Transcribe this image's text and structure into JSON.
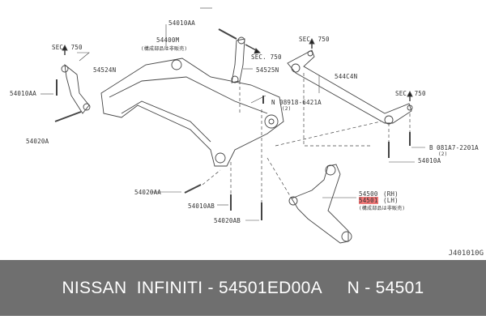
{
  "labels": {
    "l54010AA_top": "54010AA",
    "l54400M": "54400M",
    "l54400M_note": "(構成部品は非販売)",
    "sec750_a": "SEC. 750",
    "sec750_b": "SEC. 750",
    "sec750_c": "SEC. 750",
    "sec750_d": "SEC. 750",
    "l54524N": "54524N",
    "l54525N": "54525N",
    "l54010AA_left": "54010AA",
    "l54020A": "54020A",
    "l544C4N": "544C4N",
    "l08918": "08918-6421A",
    "l08918_qty": "(2)",
    "l081A7": "081A7-2201A",
    "l081A7_qty": "(2)",
    "l54010A": "54010A",
    "l54020AA": "54020AA",
    "l54010AB": "54010AB",
    "l54020AB": "54020AB",
    "l54500": "54500",
    "l54500_side": "(RH)",
    "l54501": "54501",
    "l54501_side": "(LH)",
    "l54501_note": "(構成部品は非販売)",
    "circle_n": "N",
    "circle_b": "B",
    "figure_code": "J401010G"
  },
  "banner": {
    "brand": "NISSAN  INFINITI",
    "separator1": " - ",
    "part_number": "54501ED00A",
    "gap": "     ",
    "short_code": "N - 54501"
  },
  "colors": {
    "banner_bg": "#6f6f6f",
    "highlight": "#f07878"
  }
}
